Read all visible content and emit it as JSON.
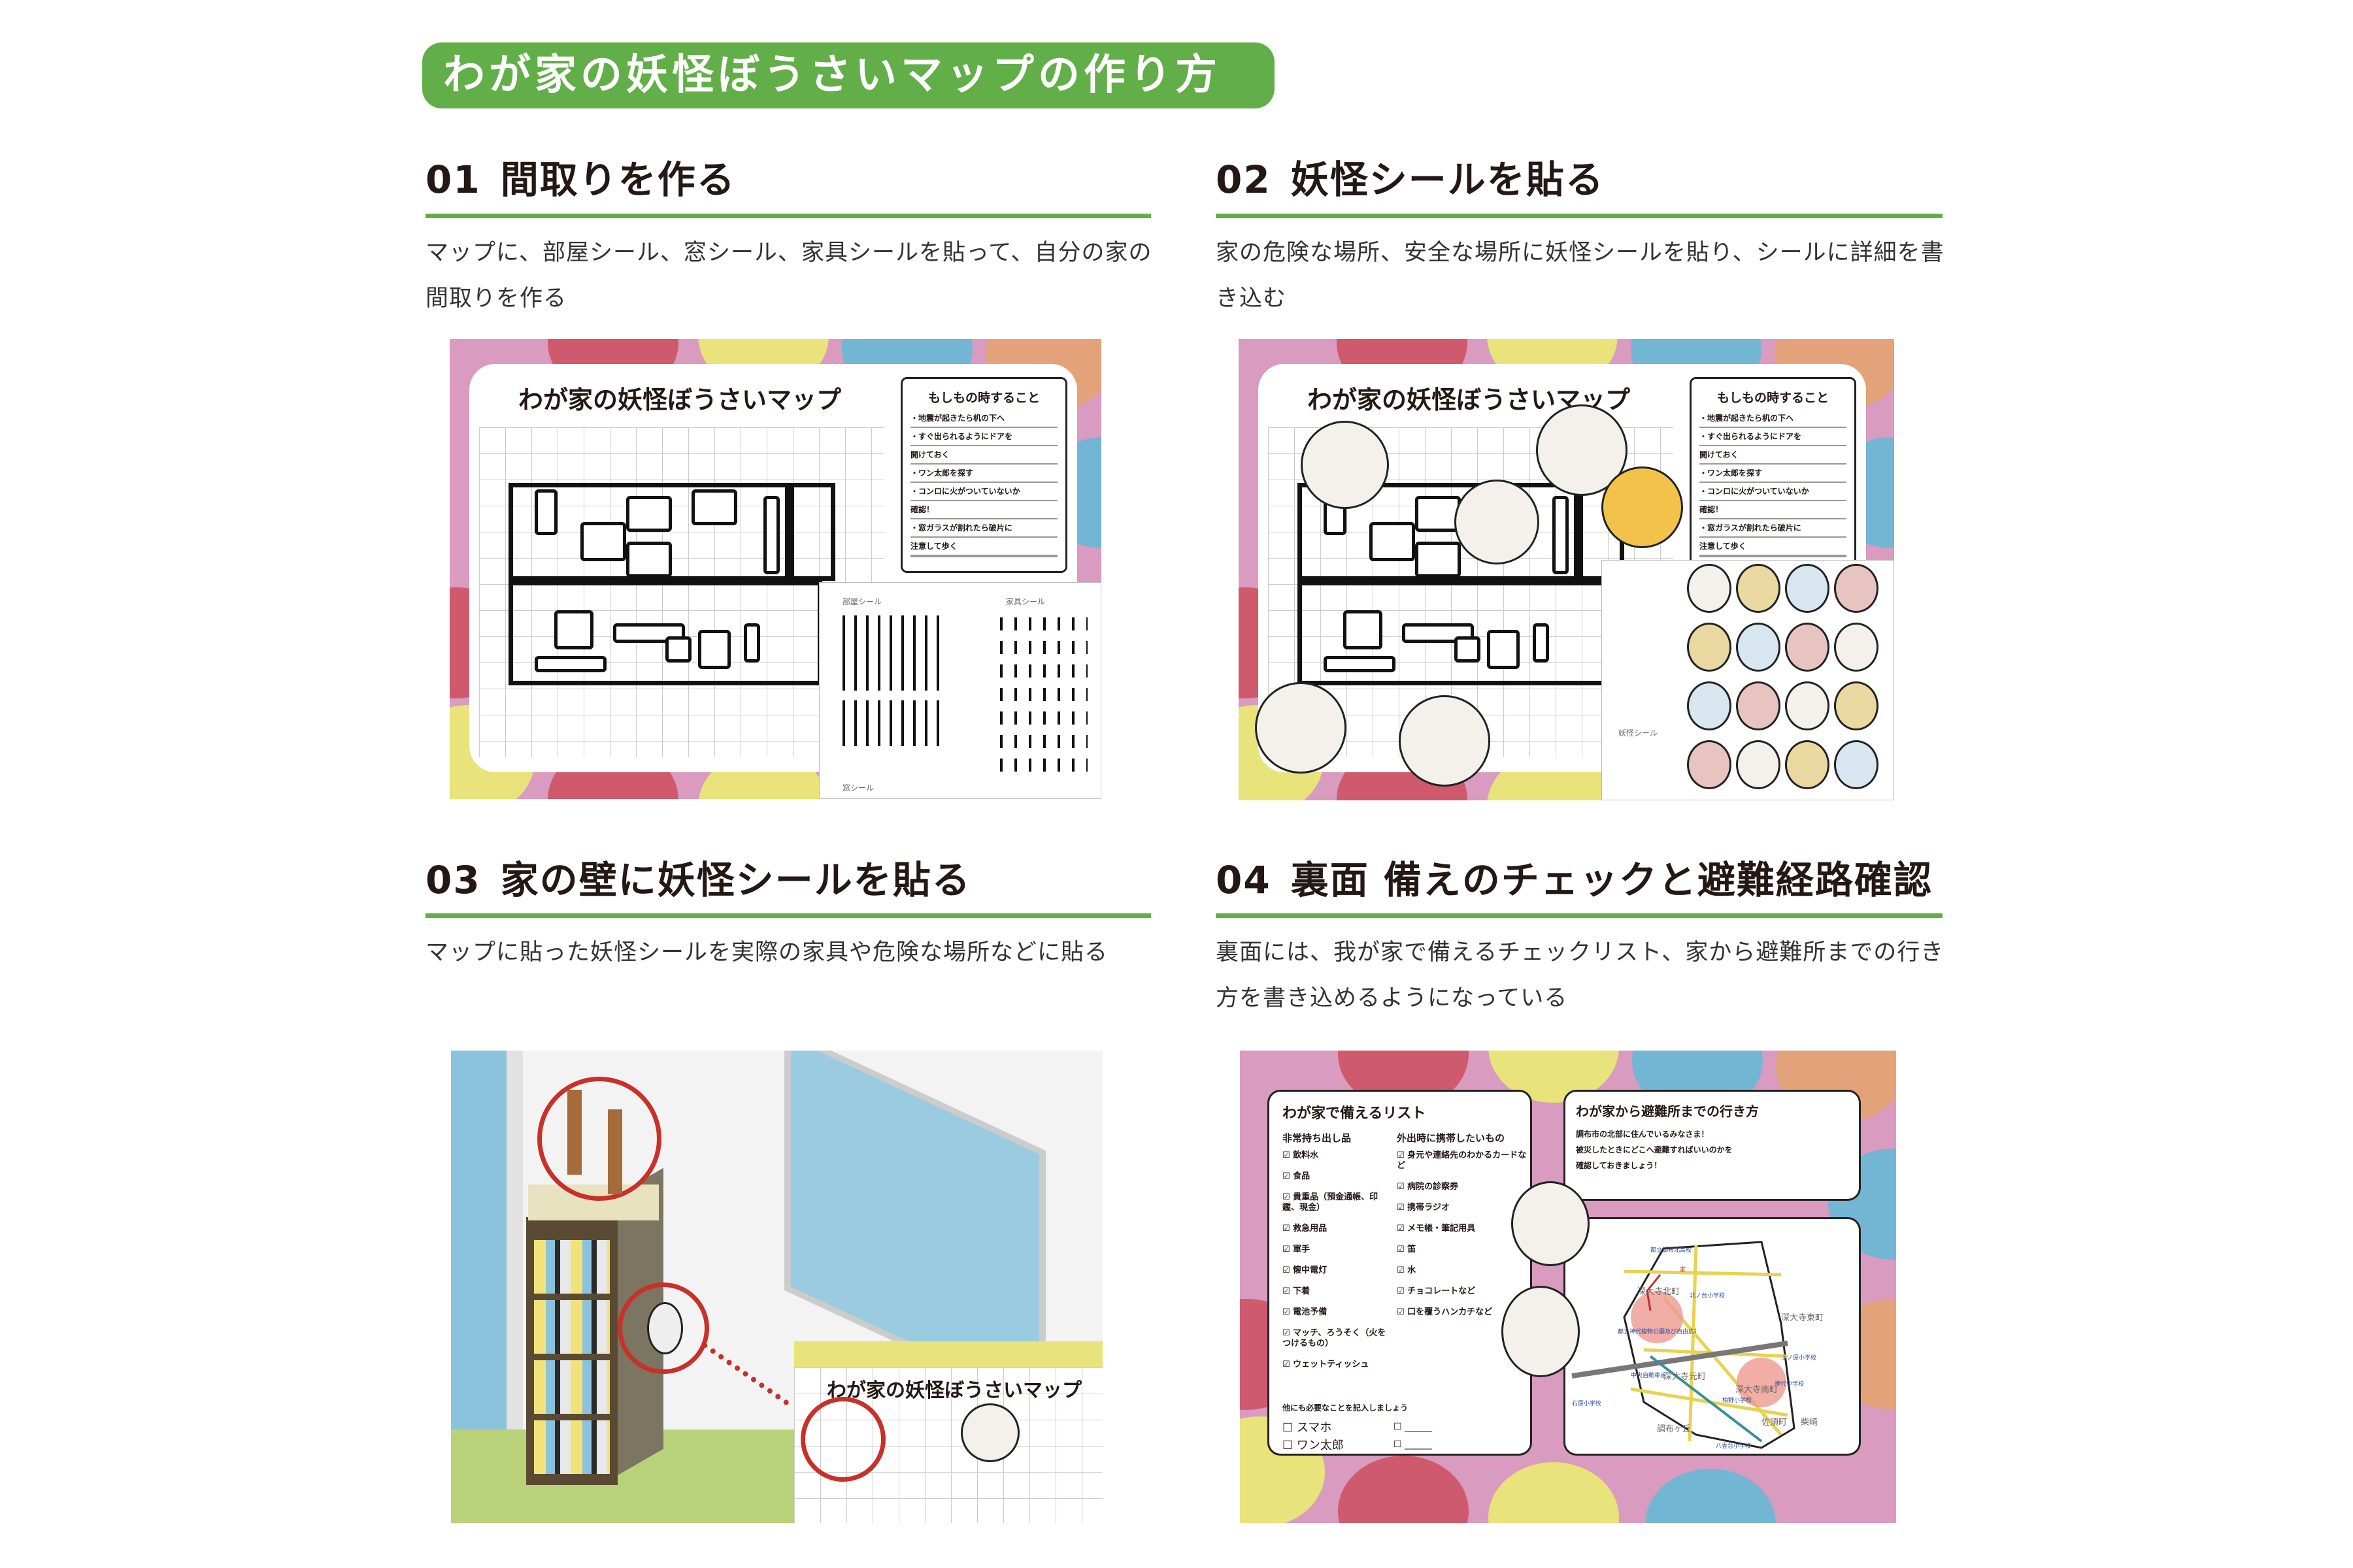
{
  "title": "わが家の妖怪ぼうさいマップの作り方",
  "colors": {
    "accent": "#62ae48",
    "blob_pink": "#d99bbf",
    "blob_red": "#cf5a6e",
    "blob_yellow": "#e8e37a",
    "blob_blue": "#72b6d4",
    "blob_orange": "#e3a27a"
  },
  "steps": [
    {
      "num": "01",
      "heading": "間取りを作る",
      "body": "マップに、部屋シール、窓シール、家具シールを貼って、自分の家の間取りを作る"
    },
    {
      "num": "02",
      "heading": "妖怪シールを貼る",
      "body": "家の危険な場所、安全な場所に妖怪シールを貼り、シールに詳細を書き込む"
    },
    {
      "num": "03",
      "heading": "家の壁に妖怪シールを貼る",
      "body": "マップに貼った妖怪シールを実際の家具や危険な場所などに貼る"
    },
    {
      "num": "04",
      "heading": "裏面 備えのチェックと避難経路確認",
      "body": "裏面には、我が家で備えるチェックリスト、家から避難所までの行き方を書き込めるようになっている"
    }
  ],
  "map": {
    "title": "わが家の妖怪ぼうさいマップ",
    "todo_title": "もしもの時すること",
    "todo_lines": [
      "・地震が起きたら机の下へ",
      "・すぐ出られるようにドアを",
      "開けておく",
      "・ワン太郎を探す",
      "・コンロに火がついていないか",
      "確認！",
      "・窓ガラスが割れたら破片に",
      "注意して歩く"
    ],
    "sheet_labels": {
      "room": "部屋シール",
      "furniture": "家具シール",
      "window": "窓シール",
      "yokai": "妖怪シール"
    }
  },
  "back": {
    "list_title": "わが家で備えるリスト",
    "col1_title": "非常持ち出し品",
    "col1": [
      "飲料水",
      "食品",
      "貴重品（預金通帳、印鑑、現金）",
      "救急用品",
      "軍手",
      "懐中電灯",
      "下着",
      "電池予備",
      "マッチ、ろうそく（火をつけるもの）",
      "ウェットティッシュ"
    ],
    "col2_title": "外出時に携帯したいもの",
    "col2": [
      "身元や連絡先のわかるカードなど",
      "病院の診察券",
      "携帯ラジオ",
      "メモ帳・筆記用具",
      "笛",
      "水",
      "チョコレートなど",
      "口を覆うハンカチなど"
    ],
    "extra_prompt": "他にも必要なことを記入しましょう",
    "handwritten": [
      "スマホ",
      "ワン太郎"
    ],
    "route_title": "わが家から避難所までの行き方",
    "route_text": [
      "調布市の北部に住んでいるみなさま！",
      "被災したときにどこへ避難すればいいのかを",
      "確認しておきましょう！"
    ],
    "map_labels": [
      "深大寺北町",
      "深大寺東町",
      "深大寺元町",
      "深大寺南町",
      "調布ヶ丘",
      "佐須町",
      "柴崎",
      "都立神代植物公園及び自由広場",
      "中央自動車道",
      "北ノ台小学校",
      "上ノ原小学校",
      "神代中学校",
      "八雲台小学校",
      "石原小学校",
      "柏野小学校",
      "都立調布北高校",
      "家"
    ]
  }
}
